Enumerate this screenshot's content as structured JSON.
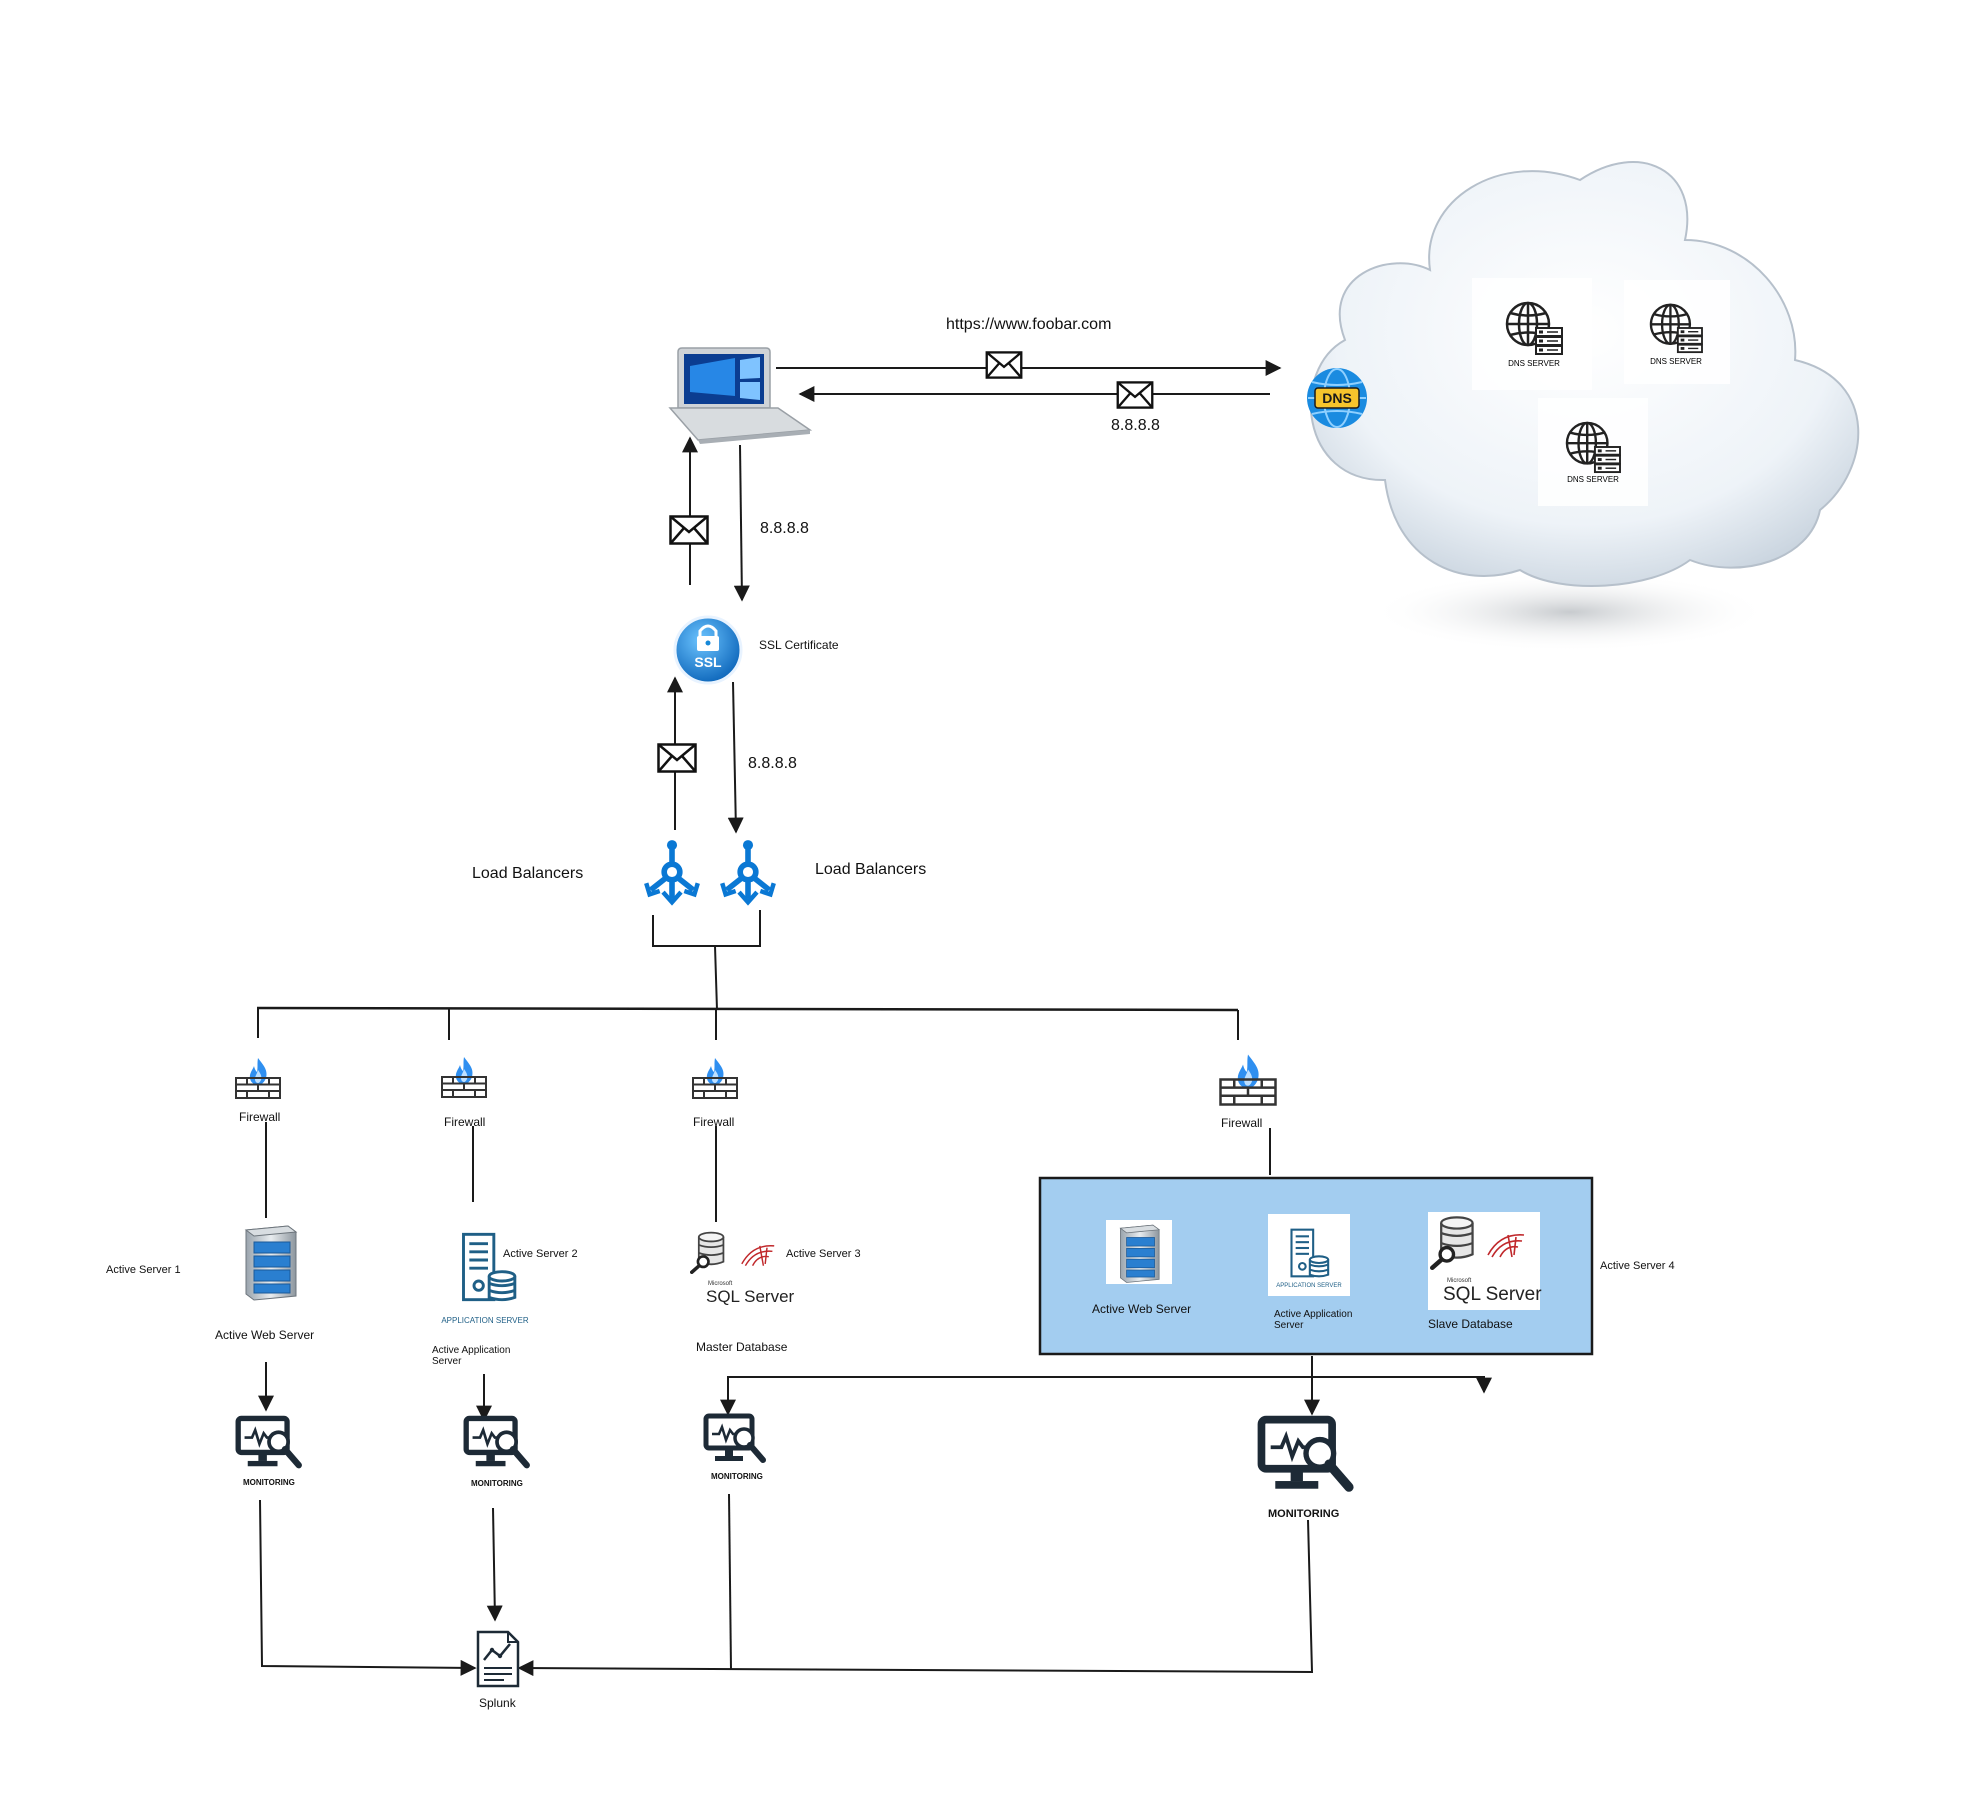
{
  "client": {
    "url_label": "https://www.foobar.com",
    "dns_response_label": "8.8.8.8",
    "response_to_ssl_label": "8.8.8.8"
  },
  "dns_cloud": {
    "dns_badge": "DNS",
    "servers": [
      "DNS SERVER",
      "DNS SERVER",
      "DNS SERVER"
    ]
  },
  "ssl": {
    "badge": "SSL",
    "label": "SSL Certificate",
    "response_to_lb_label": "8.8.8.8"
  },
  "load_balancers": {
    "left_label": "Load Balancers",
    "right_label": "Load Balancers"
  },
  "firewall_label": "Firewall",
  "servers": {
    "server1": {
      "title": "Active Server 1",
      "component": "Active Web Server"
    },
    "server2": {
      "title": "Active Server 2",
      "component": "Active Application Server",
      "icon_caption": "APPLICATION SERVER"
    },
    "server3": {
      "title": "Active Server 3",
      "component": "Master Database",
      "logo_small": "Microsoft",
      "logo": "SQL Server"
    },
    "server4": {
      "title": "Active Server 4",
      "web": "Active Web Server",
      "app": "Active Application Server",
      "app_icon_caption": "APPLICATION SERVER",
      "db": "Slave Database",
      "logo_small": "Microsoft",
      "logo": "SQL Server"
    }
  },
  "monitoring_label": "MONITORING",
  "splunk_label": "Splunk",
  "colors": {
    "line": "#1a1a1a",
    "azure_blue": "#0a78d4",
    "server4_panel": "#a3cdf0",
    "firewall_flame": "#2f8ff0",
    "ssl_blue": "#1688d8",
    "web_server_blue": "#2a7fd0"
  }
}
